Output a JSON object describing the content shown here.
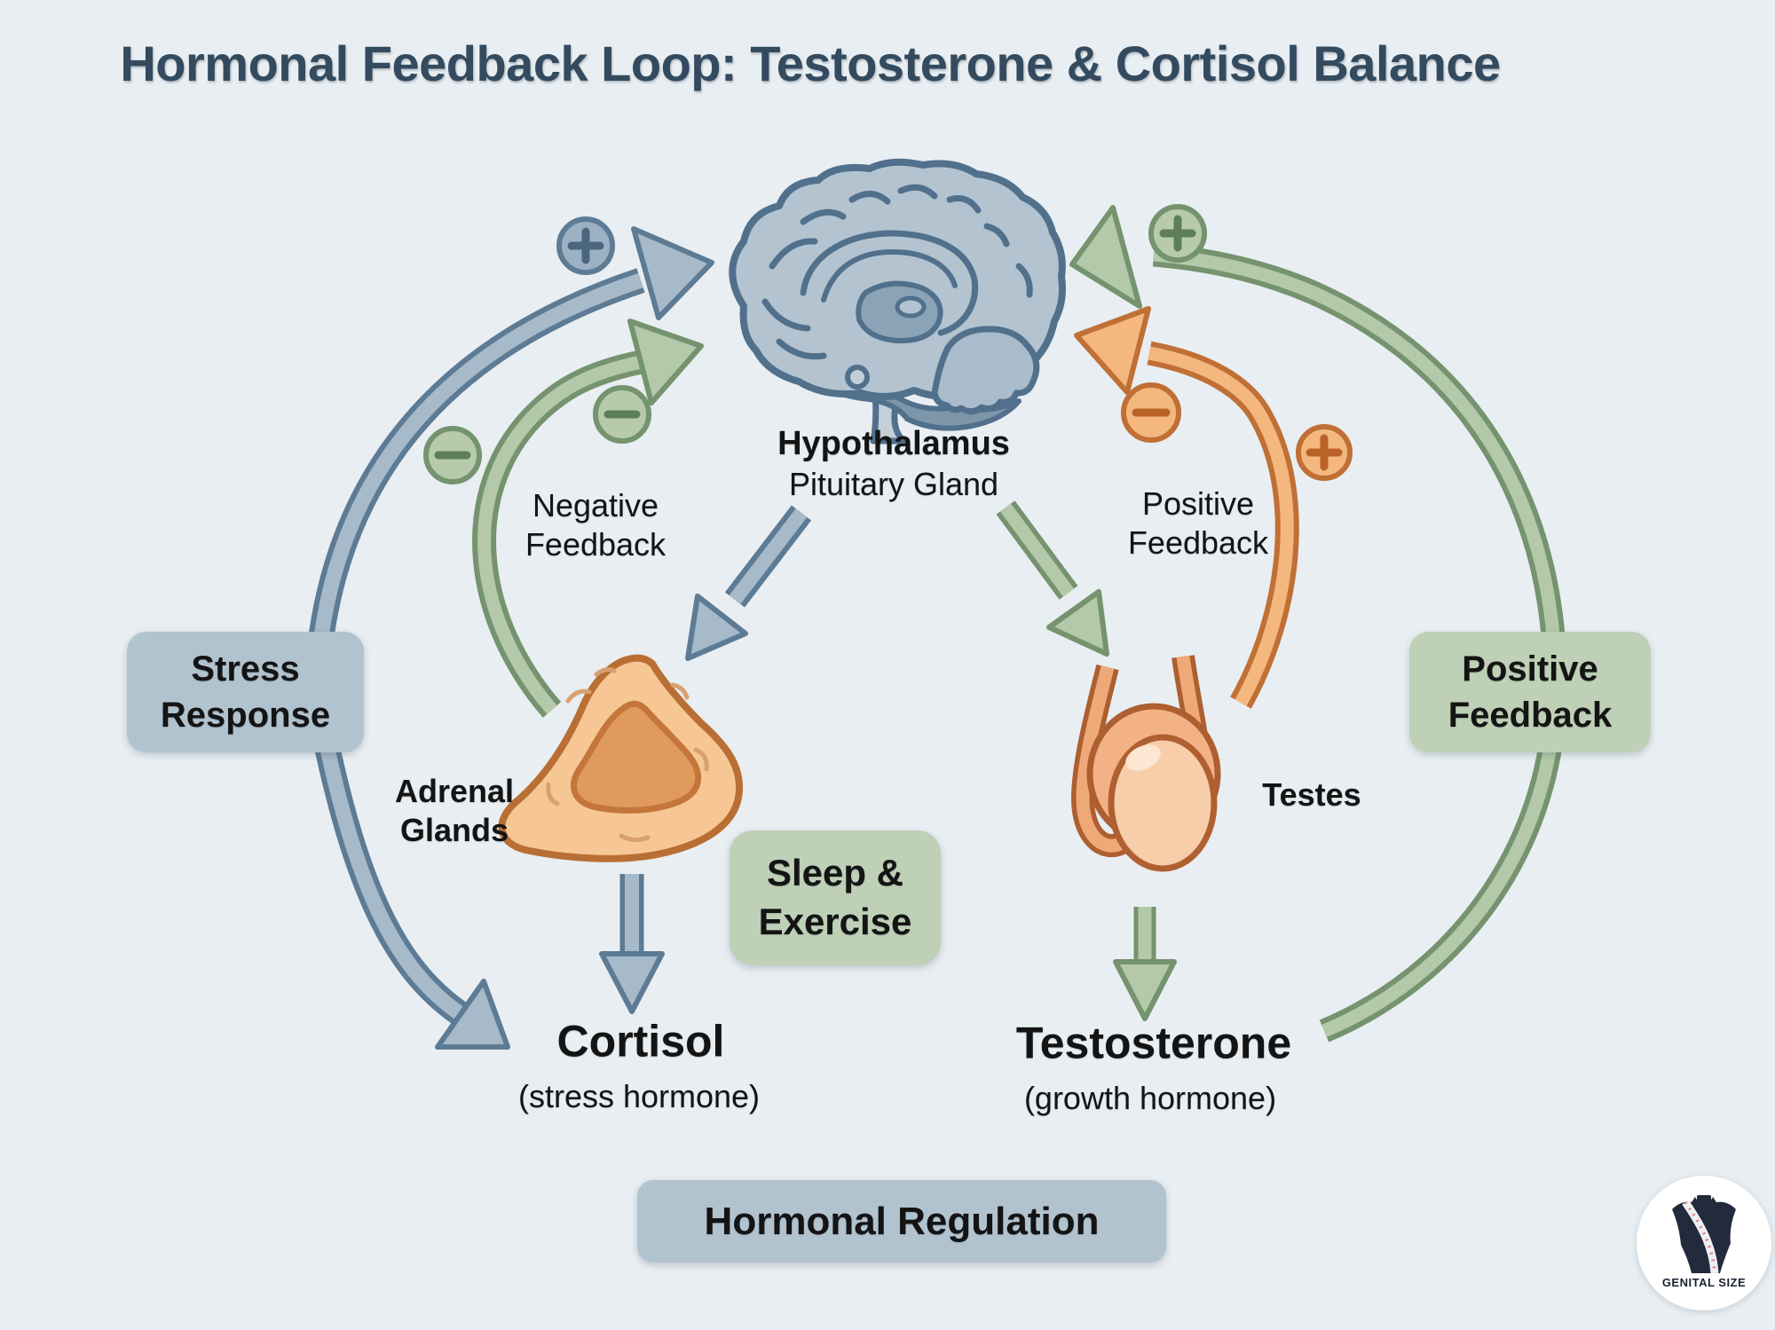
{
  "title": "Hormonal Feedback Loop: Testosterone & Cortisol Balance",
  "brain": {
    "region_primary": "Hypothalamus",
    "region_secondary": "Pituitary Gland"
  },
  "left_branch": {
    "stress_box": "Stress\nResponse",
    "feedback_label": "Negative\nFeedback",
    "organ_label": "Adrenal\nGlands",
    "hormone_name": "Cortisol",
    "hormone_subtitle": "(stress hormone)"
  },
  "right_branch": {
    "feedback_box": "Positive\nFeedback",
    "feedback_label": "Positive\nFeedback",
    "organ_label": "Testes",
    "hormone_name": "Testosterone",
    "hormone_subtitle": "(growth hormone)"
  },
  "center": {
    "lifestyle_box": "Sleep &\nExercise",
    "footer_box": "Hormonal Regulation"
  },
  "logo": {
    "brand": "GENITAL SIZE"
  },
  "icons": {
    "plus-icon": "+",
    "minus-icon": "−",
    "brain-icon": "brain side view illustration",
    "adrenal-icon": "adrenal gland illustration",
    "testes-icon": "testes illustration"
  },
  "arrows": [
    {
      "from": "Stress Response",
      "to": "Hypothalamus / Pituitary Gland",
      "polarity": "+",
      "color": "blue"
    },
    {
      "from": "Stress Response",
      "to": "Cortisol",
      "polarity": "",
      "color": "blue"
    },
    {
      "from": "Hypothalamus / Pituitary Gland",
      "to": "Adrenal Glands",
      "polarity": "",
      "color": "blue"
    },
    {
      "from": "Adrenal Glands",
      "to": "Cortisol",
      "polarity": "",
      "color": "blue"
    },
    {
      "from": "Cortisol",
      "to": "Hypothalamus / Pituitary Gland",
      "polarity": "−",
      "label": "Negative Feedback",
      "color": "green"
    },
    {
      "from": "Hypothalamus / Pituitary Gland",
      "to": "Testes",
      "polarity": "",
      "label": "Positive Feedback",
      "color": "green"
    },
    {
      "from": "Testes",
      "to": "Testosterone",
      "polarity": "",
      "color": "green"
    },
    {
      "from": "Testosterone",
      "to": "Hypothalamus / Pituitary Gland",
      "polarity": "+",
      "label": "Positive Feedback",
      "color": "green"
    },
    {
      "from": "Testes",
      "to": "Hypothalamus / Pituitary Gland",
      "polarity": "− / +",
      "color": "orange"
    }
  ],
  "colors": {
    "background": "#e8eef2",
    "title": "#344a5e",
    "text": "#141414",
    "blue_fill": "#a6bac9",
    "blue_stroke": "#5d7b94",
    "green_fill": "#b3c9a9",
    "green_stroke": "#74936e",
    "orange_fill": "#f4b87f",
    "orange_stroke": "#c06f35",
    "box_blue": "#b2c3d0",
    "box_green": "#bed0b6",
    "brain_light": "#b3c3d0",
    "brain_mid": "#8ba3b6",
    "brain_outline": "#51708c",
    "adrenal_light": "#f6c795",
    "adrenal_dark": "#e09a5e",
    "adrenal_outline": "#b96f33",
    "testes_light": "#f8cda9",
    "testes_mid": "#efa877",
    "logo_navy": "#232a3c"
  }
}
